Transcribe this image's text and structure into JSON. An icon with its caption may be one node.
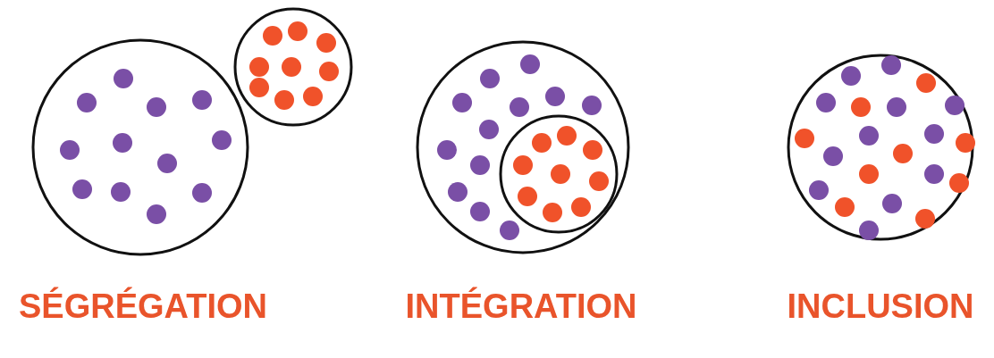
{
  "diagram": {
    "labels": [
      "SÉGRÉGATION",
      "INTÉGRATION",
      "INCLUSION"
    ]
  }
}
